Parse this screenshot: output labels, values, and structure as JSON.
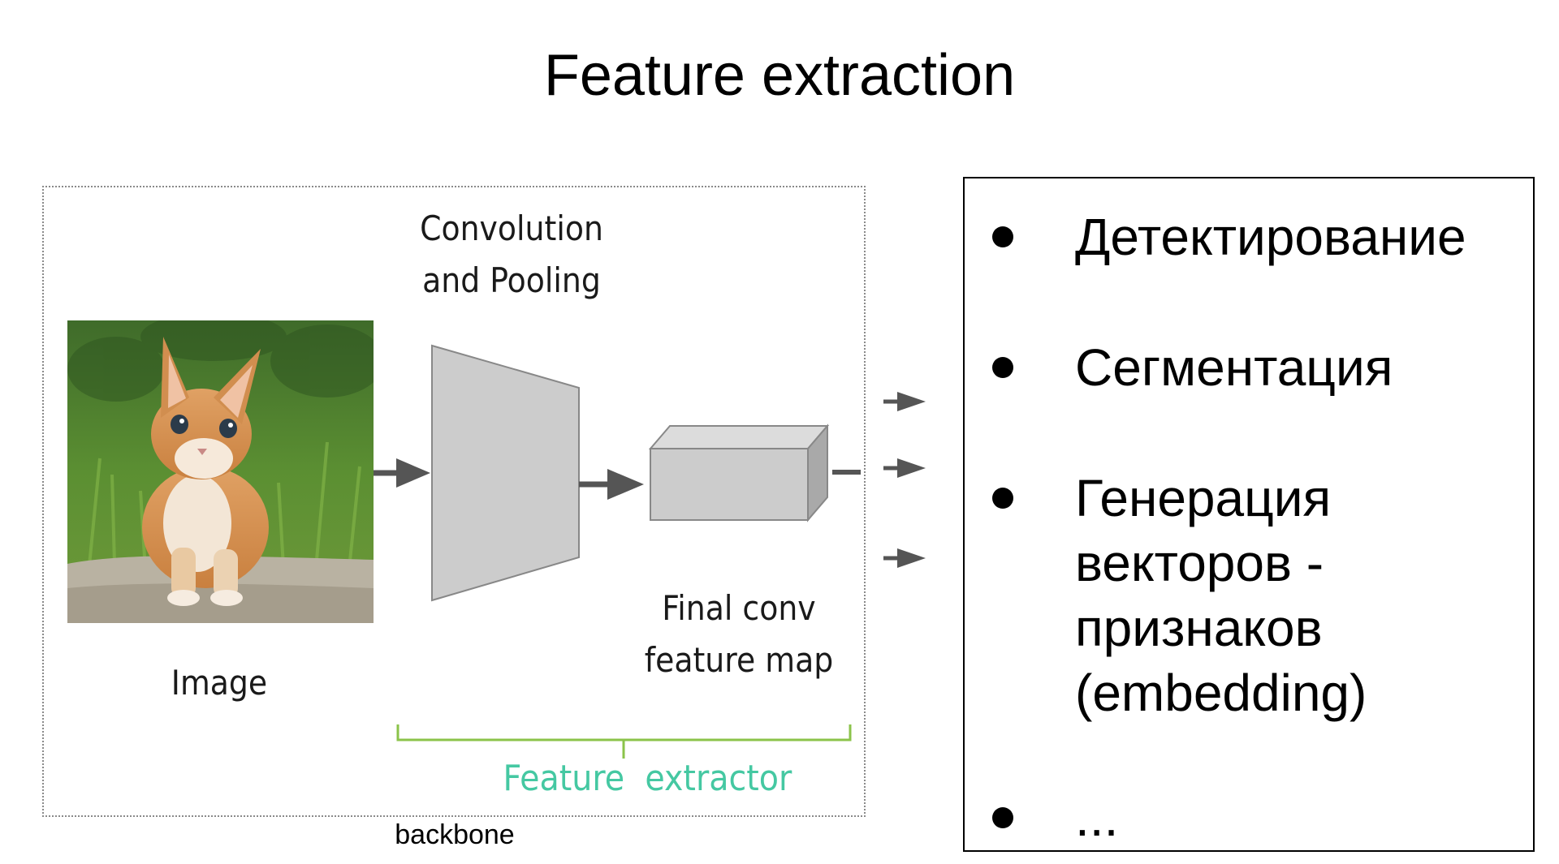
{
  "slide": {
    "title": "Feature extraction"
  },
  "diagram": {
    "conv_label_line1": "Convolution",
    "conv_label_line2": "and Pooling",
    "image_label": "Image",
    "final_label_line1": "Final conv",
    "final_label_line2": "feature map",
    "extractor_label": "Feature  extractor",
    "backbone_label": "backbone",
    "colors": {
      "shape_fill": "#cccccc",
      "shape_stroke": "#888888",
      "arrow": "#555555",
      "bracket": "#8bc34a",
      "extractor_text": "#45c8a2"
    }
  },
  "list": {
    "items": [
      "Детектирование",
      "Сегментация",
      "Генерация векторов - признаков (embedding)",
      "..."
    ]
  }
}
